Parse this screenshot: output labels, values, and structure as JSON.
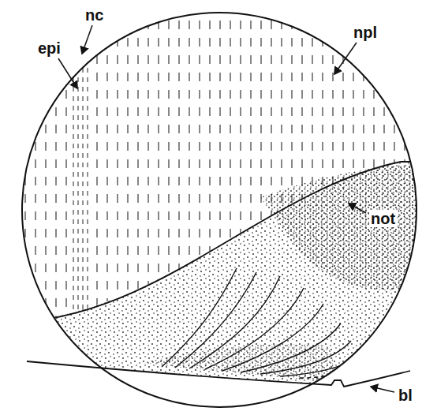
{
  "diagram": {
    "labels": [
      "epi",
      "nc",
      "npl",
      "not",
      "bl"
    ]
  }
}
